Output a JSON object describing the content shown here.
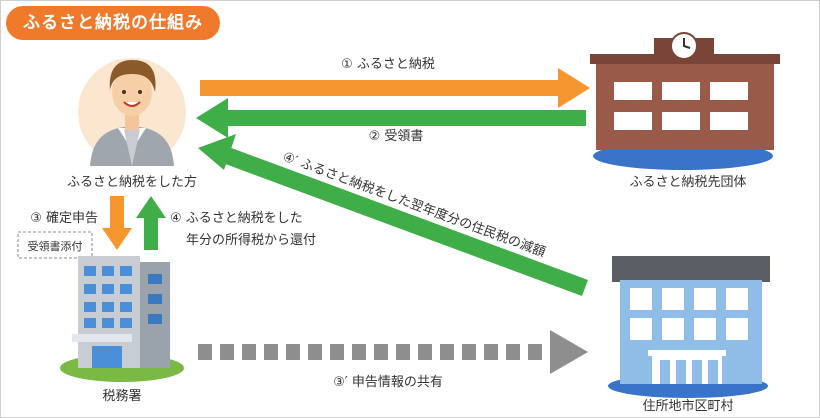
{
  "title": "ふるさと納税の仕組み",
  "nodes": {
    "donor": "ふるさと納税をした方",
    "municipality": "ふるさと納税先団体",
    "tax_office": "税務署",
    "local_gov": "住所地市区町村"
  },
  "arrows": {
    "donation": "① ふるさと納税",
    "receipt": "② 受領書",
    "tax_return": "③ 確定申告",
    "tax_return_note": "受領書添付",
    "refund_line1": "④ ふるさと納税をした",
    "refund_line2": "年分の所得税から還付",
    "info_share": "③′ 申告情報の共有",
    "resident_tax": "④′ ふるさと納税をした翌年度分の住民税の減額"
  },
  "colors": {
    "title_bg": "#f07a2c",
    "orange_arrow": "#f5962f",
    "green_arrow": "#3fae49",
    "gray_arrow": "#8e8e8e"
  }
}
